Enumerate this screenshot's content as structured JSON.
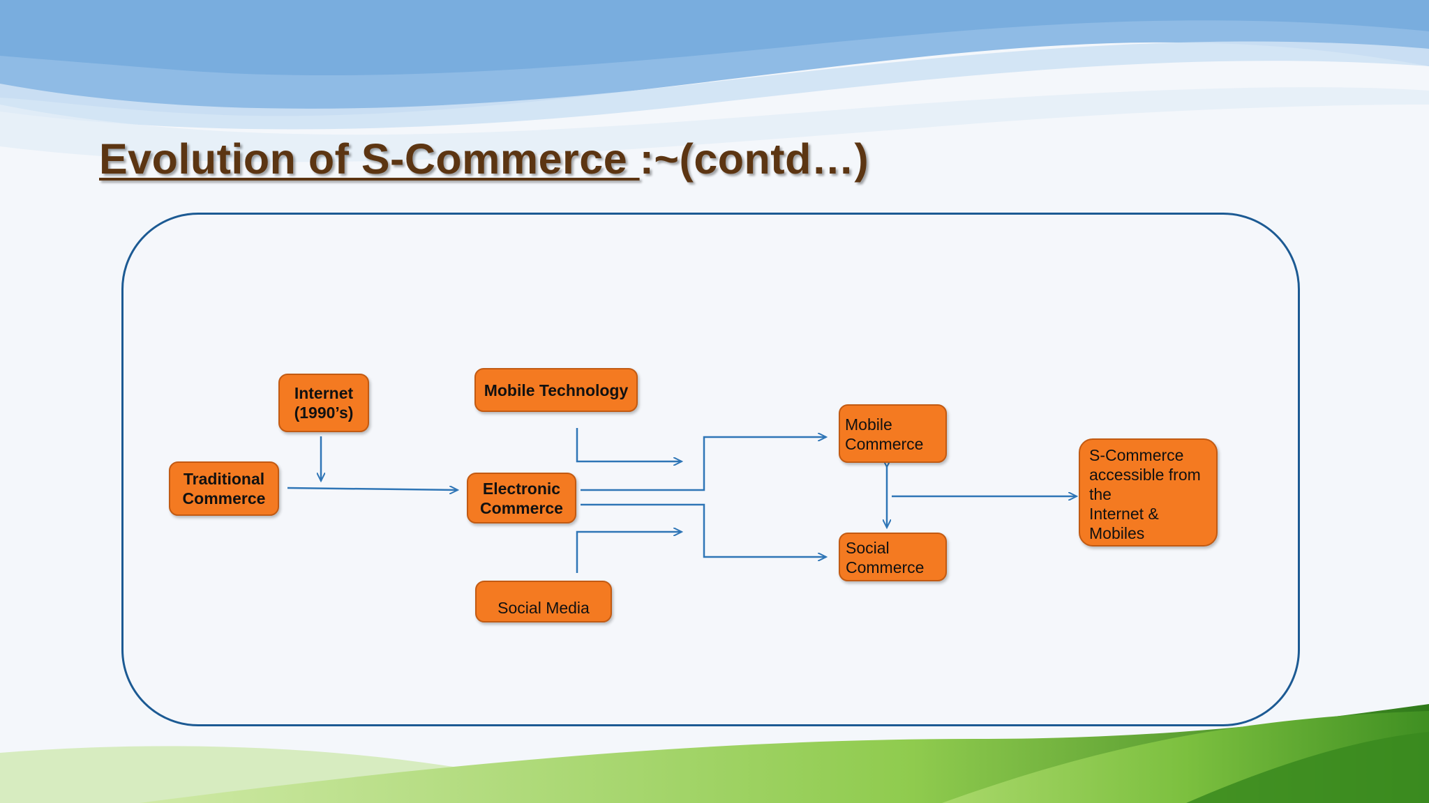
{
  "slide": {
    "title_underlined": "Evolution of S-Commerce ",
    "title_rest": ":~(contd…)"
  },
  "diagram": {
    "nodes": {
      "internet": "Internet\n(1990’s)",
      "traditional": "Traditional\nCommerce",
      "mobile_tech": "Mobile Technology",
      "electronic": "Electronic\nCommerce",
      "social_media": "Social Media",
      "mobile_commerce": "Mobile\nCommerce",
      "social_commerce": "Social\nCommerce",
      "s_commerce": "S-Commerce\naccessible from the\nInternet & Mobiles"
    },
    "edges": [
      {
        "from": "internet",
        "to": "traditional-to-electronic link"
      },
      {
        "from": "traditional",
        "to": "electronic"
      },
      {
        "from": "mobile_tech",
        "to": "electronic-outflow"
      },
      {
        "from": "social_media",
        "to": "electronic-outflow"
      },
      {
        "from": "electronic",
        "to": "mobile_commerce"
      },
      {
        "from": "electronic",
        "to": "social_commerce"
      },
      {
        "from": "mobile_commerce",
        "to": "social_commerce",
        "bidirectional": true
      },
      {
        "from": "mobile_commerce",
        "to": "s_commerce"
      }
    ]
  },
  "colors": {
    "box_fill": "#f47a21",
    "box_border": "#c25a12",
    "connector": "#2e75b6",
    "panel_border": "#1c5a93",
    "title": "#5c3512"
  }
}
